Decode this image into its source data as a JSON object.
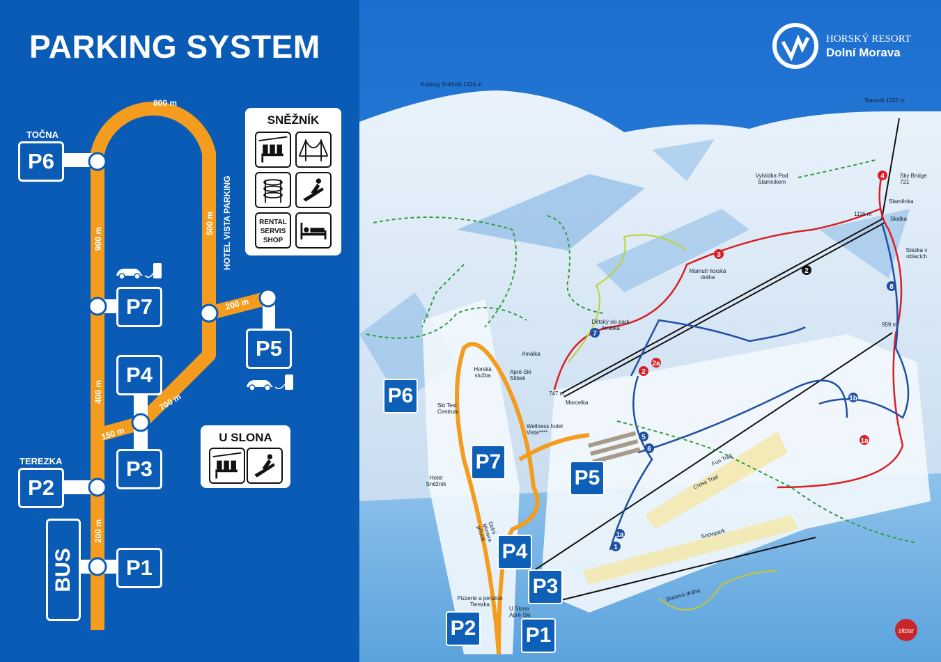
{
  "title": "PARKING SYSTEM",
  "parking_labels": {
    "p1": "P1",
    "p2": "P2",
    "p3": "P3",
    "p4": "P4",
    "p5": "P5",
    "p6": "P6",
    "p7": "P7"
  },
  "place_labels": {
    "tocna": "TOČNA",
    "terezka": "TEREZKA",
    "bus": "BUS"
  },
  "distances": {
    "d800": "800 m",
    "d900": "900 m",
    "d500": "500 m",
    "d200_p5": "200 m",
    "d400": "400 m",
    "d700": "700 m",
    "d150": "150 m",
    "d200_bus": "200 m"
  },
  "hotel_vista": "HOTEL VISTA PARKING",
  "sneznik_panel": {
    "title": "SNĚŽNÍK",
    "rental": [
      "RENTAL",
      "SERVIS",
      "SHOP"
    ]
  },
  "uslona_panel": {
    "title": "U SLONA"
  },
  "icons": [
    "chairlift-icon",
    "sky-bridge-icon",
    "slide-tower-icon",
    "sledge-icon",
    "bed-icon",
    "ev-charging-icon"
  ],
  "brand": {
    "line1": "HORSKÝ RESORT",
    "line2": "Dolní Morava",
    "logo": "dolni-morava-logo"
  },
  "map_labels": {
    "kralicky": "Králický Sněžník 1424 m",
    "slamnik": "Slamník 1232 m",
    "vyhlidka": "Vyhlídka Pod Slamníkem",
    "skybridge": "Sky Bridge 721",
    "slamenka": "Slaměnka",
    "skalka": "Skalka",
    "stezka": "Stezka v oblacích",
    "alt1116": "1116 m",
    "mamut": "Mamutí horská dráha",
    "detsky": "Dětský ski park Amálka",
    "amalka": "Amálka",
    "apreski": "Apré-Ski Stibek",
    "horska": "Horská služba",
    "skitest": "Ski Test Centrum",
    "marcelka": "Marcelka",
    "wellness": "Wellness hotel Vista****",
    "alt747": "747 m",
    "alt959": "959 m",
    "hotelsneznik": "Hotel Sněžník",
    "funtrail": "Fun Trail",
    "crosstrail": "Cross Trail",
    "snowpark": "Snowpark",
    "bobova": "Bobová dráha",
    "privod": "Dolní Morava přívod",
    "pizzerie": "Pizzerie a penzion Terezka",
    "uslona": "U Slona Apré-Ski",
    "sitour": "sitour"
  },
  "slopes": {
    "red": [
      "4",
      "3",
      "2",
      "2a",
      "1a"
    ],
    "black": [
      "2"
    ],
    "blue": [
      "7",
      "5",
      "6",
      "1b",
      "1a",
      "1",
      "8"
    ]
  },
  "colors": {
    "bg_blue": "#0a5bb5",
    "route": "#f39c1e",
    "red_slope": "#d81f26",
    "blue_slope": "#1e4fa3",
    "black_slope": "#111111",
    "snow": "#dbeaf7"
  }
}
